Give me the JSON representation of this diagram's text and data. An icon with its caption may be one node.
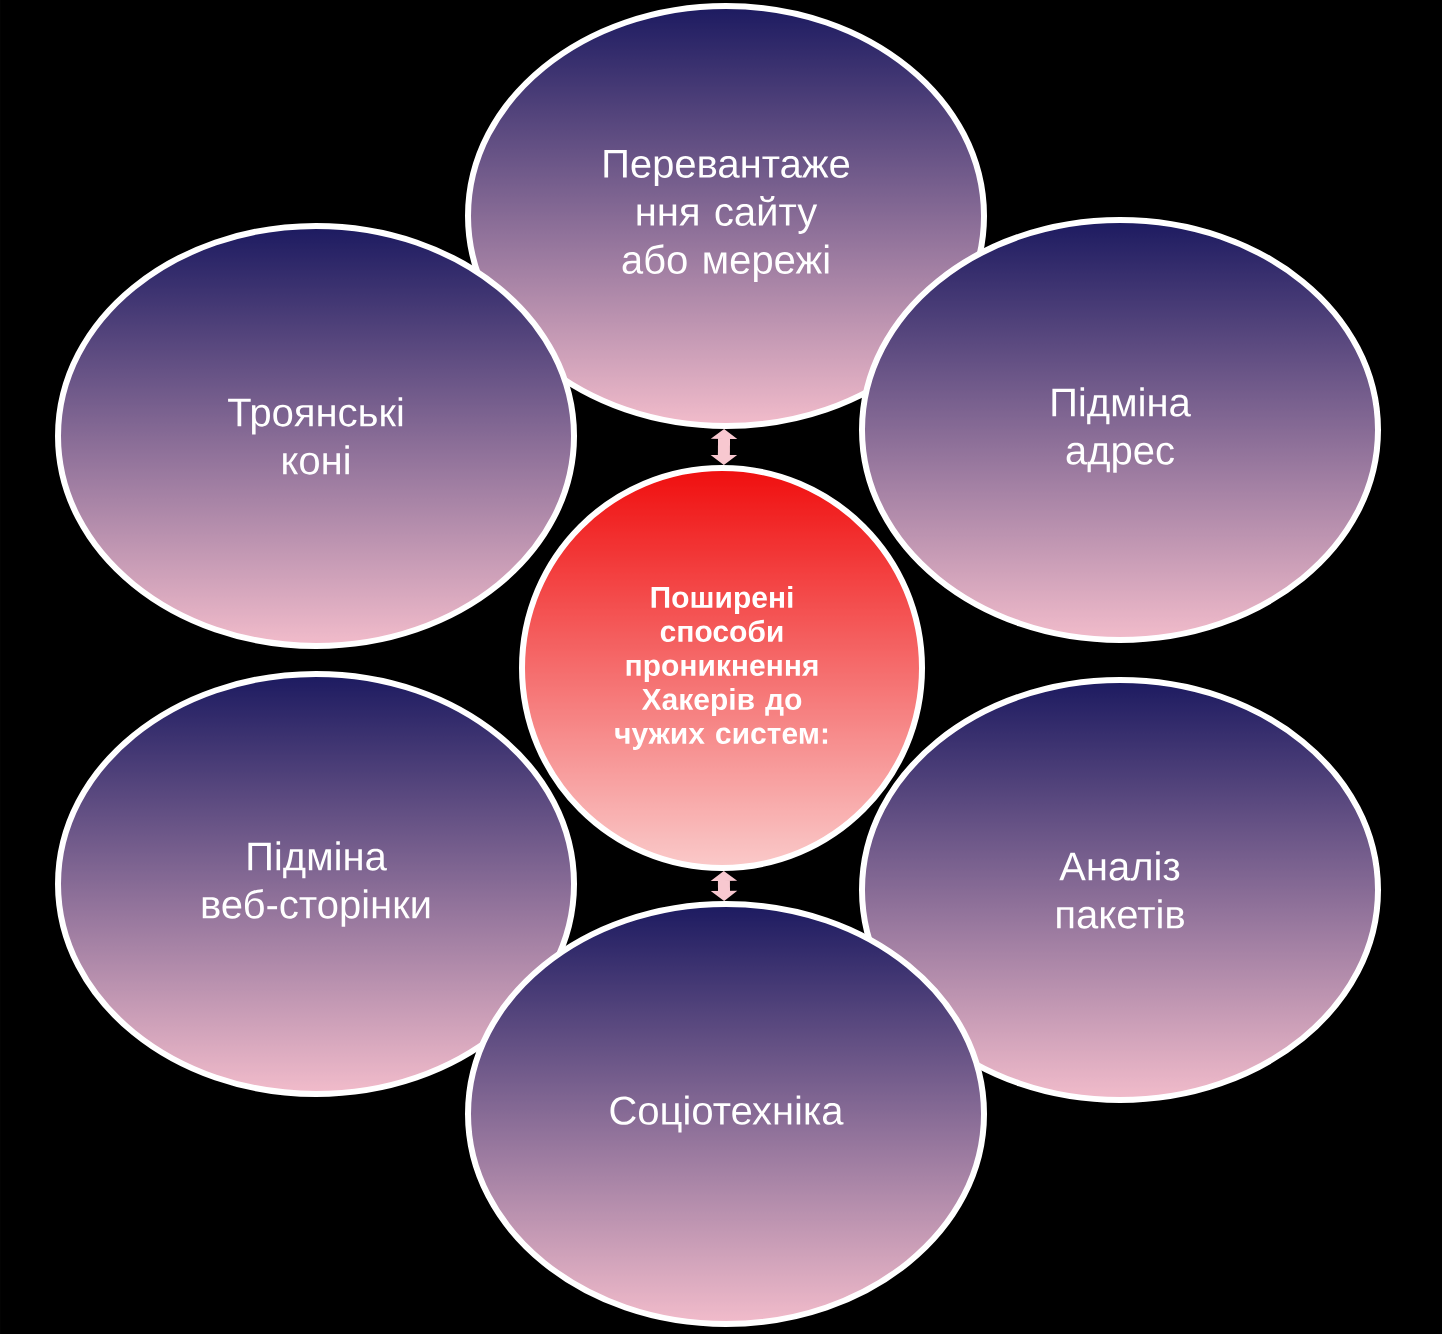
{
  "diagram": {
    "nodes": [
      {
        "text": [
          "Перевантаже ння сайту або мережі"
        ]
      },
      {
        "text": [
          "Троянські коні"
        ]
      },
      {
        "text": [
          "Підміна адрес"
        ]
      },
      {
        "text": [
          "Поширені способи проникнення Хакерів до чужих систем:"
        ]
      },
      {
        "text": [
          "Підміна веб-сторінки"
        ]
      },
      {
        "text": [
          "Аналіз пакетів"
        ]
      },
      {
        "text": [
          "Соціотехніка"
        ]
      }
    ],
    "edges": [
      {
        "from": 3,
        "to": 0,
        "arrow": "both"
      },
      {
        "from": 3,
        "to": 6,
        "arrow": "both"
      }
    ]
  }
}
